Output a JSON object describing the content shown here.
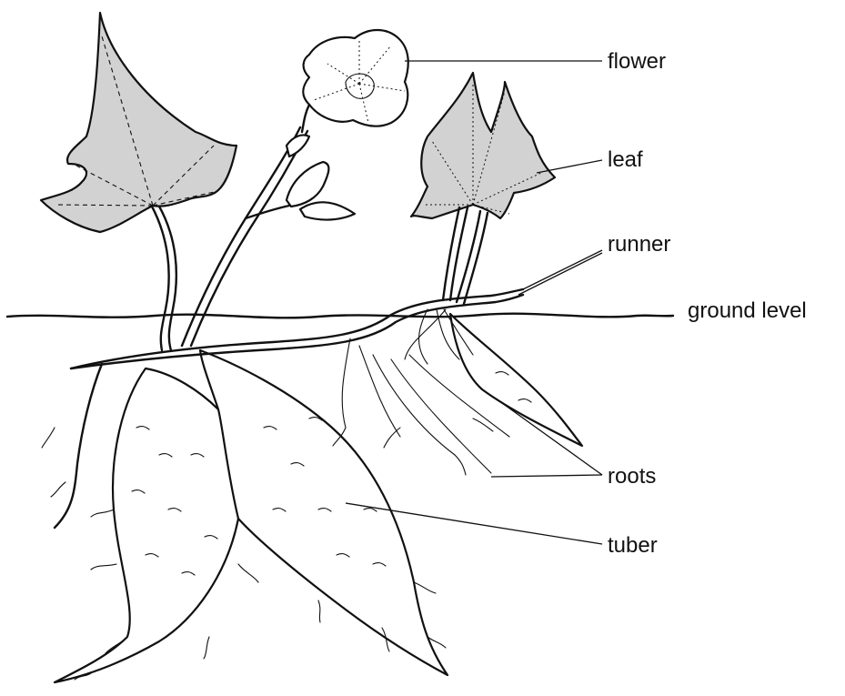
{
  "labels": {
    "flower": "flower",
    "leaf": "leaf",
    "runner": "runner",
    "ground_level": "ground level",
    "roots": "roots",
    "tuber": "tuber"
  }
}
